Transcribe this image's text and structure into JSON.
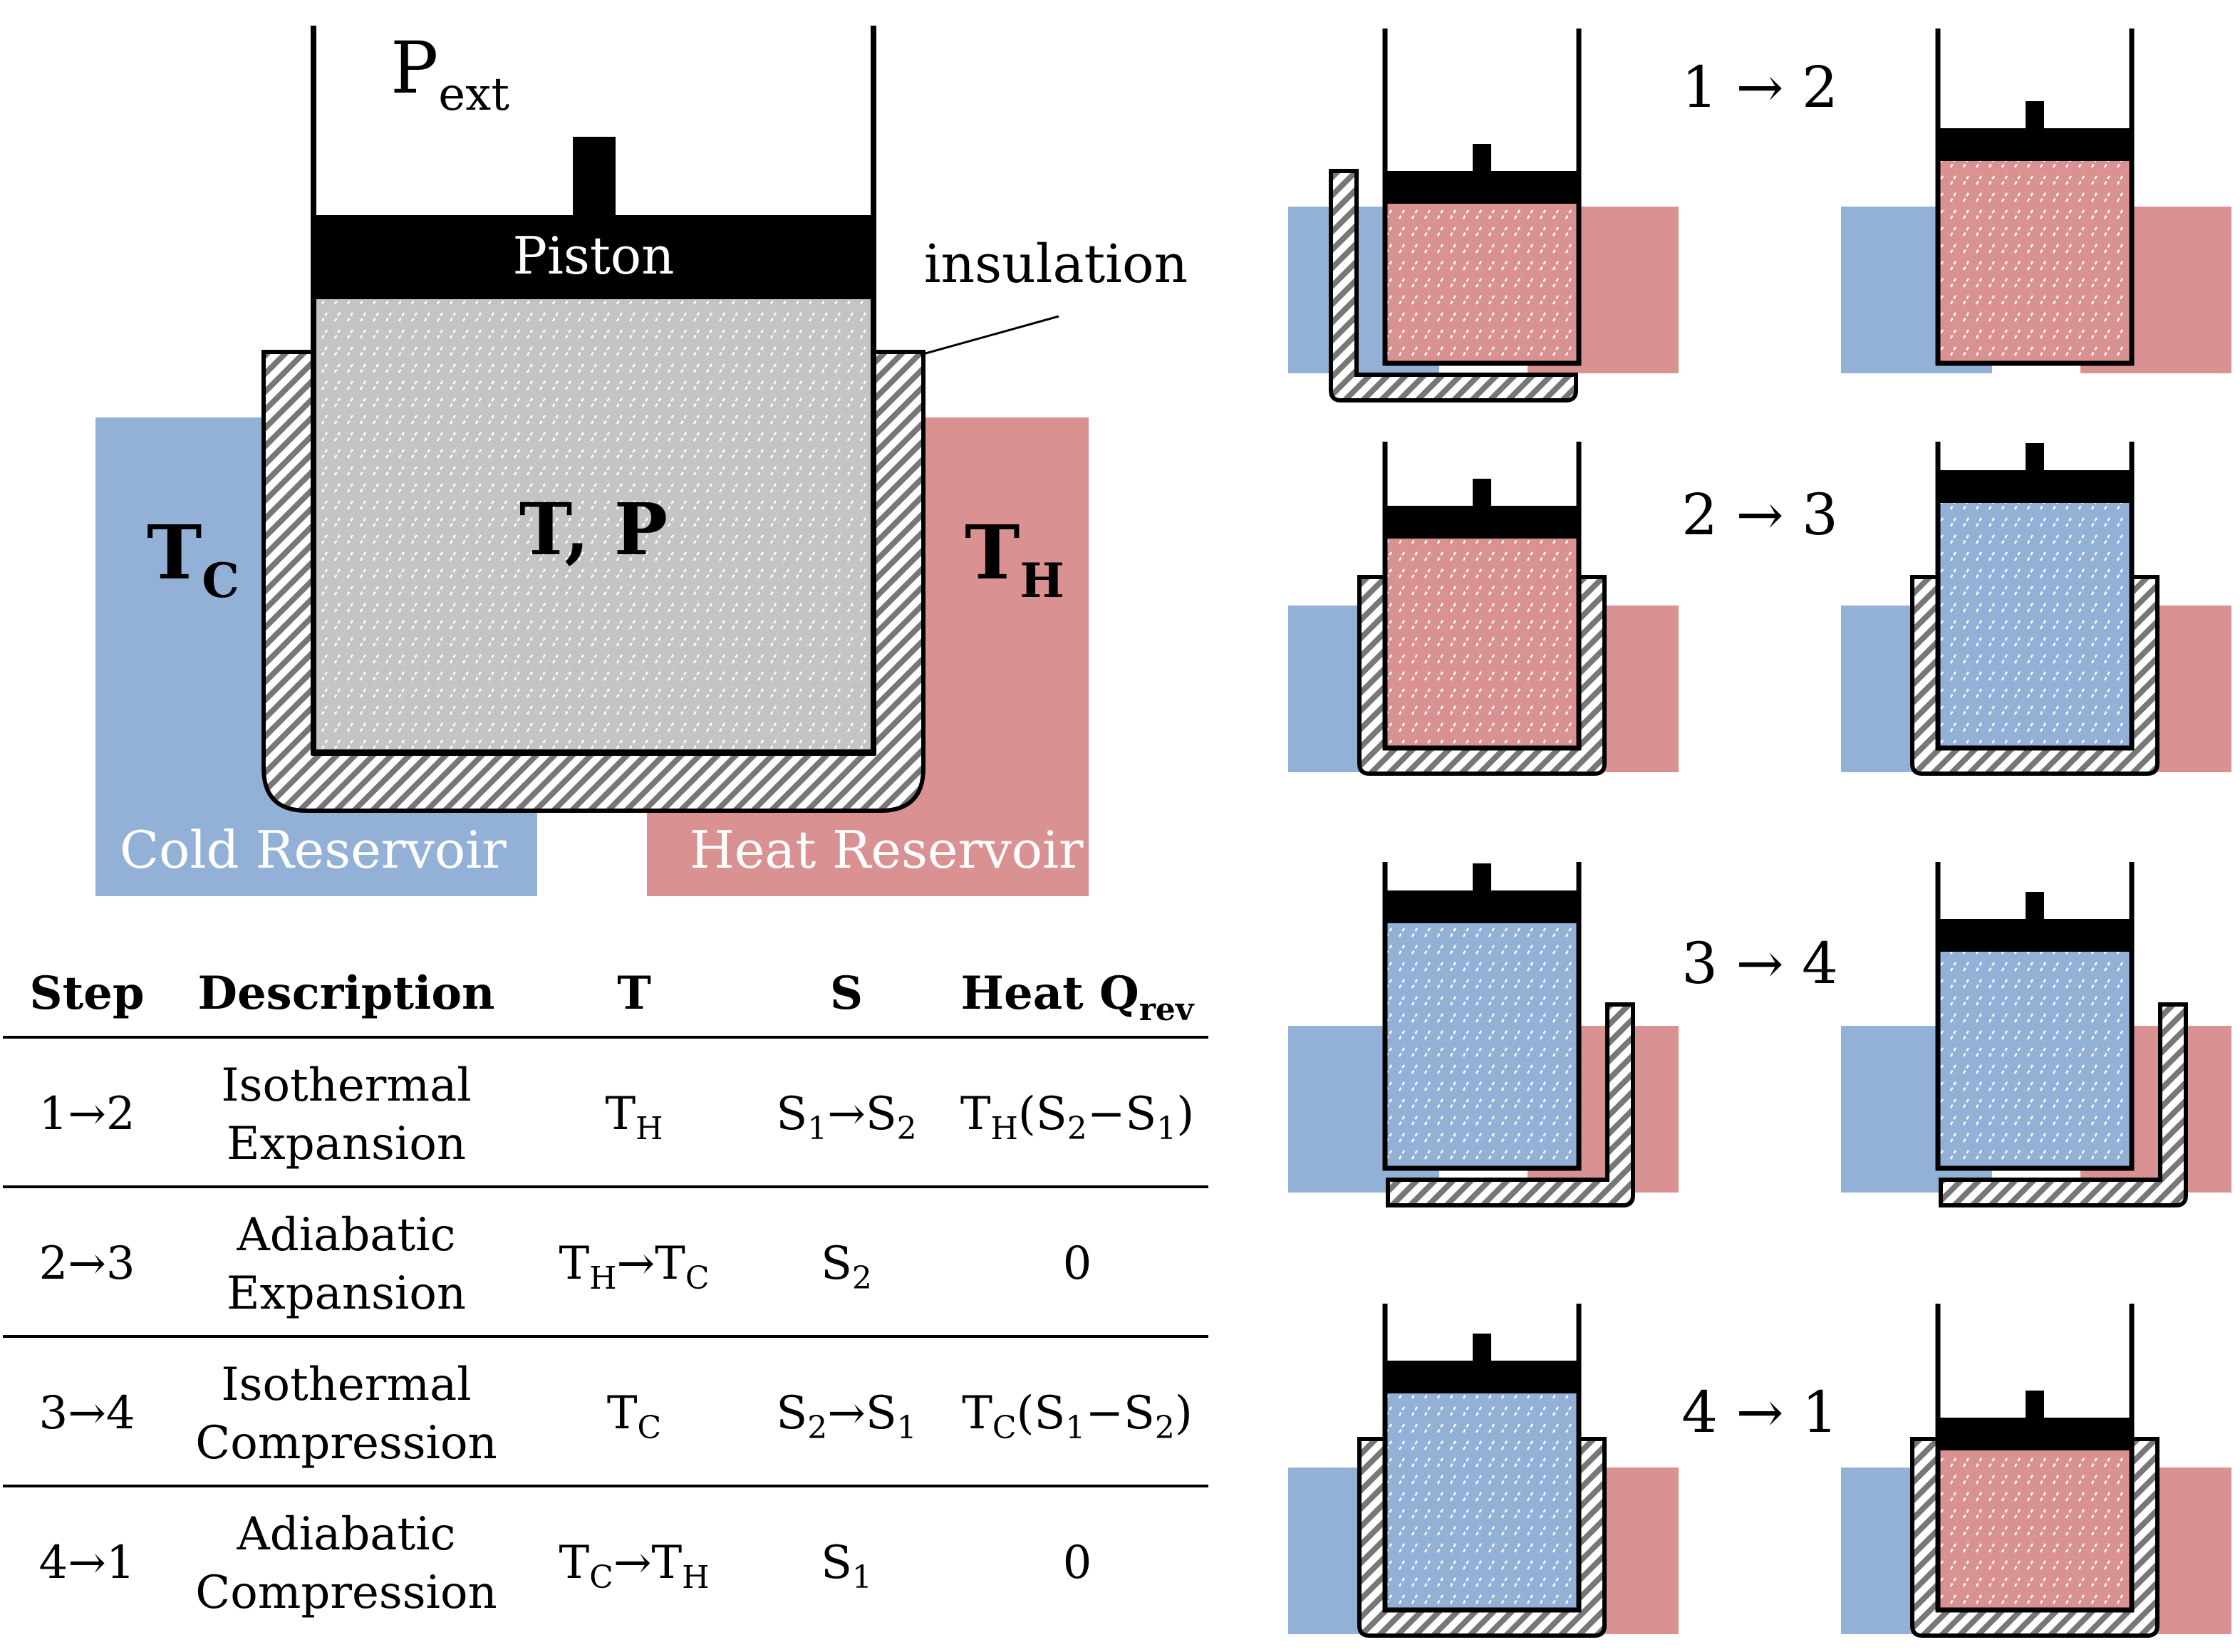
{
  "colors": {
    "cold": "#93b1d6",
    "hot": "#d99191",
    "gas_gray": "#c4c4c4",
    "ink": "#000000"
  },
  "main": {
    "p_ext": {
      "base": "P",
      "sub": "ext"
    },
    "piston": "Piston",
    "insulation": "insulation",
    "gas_state": "T, P",
    "t_cold": {
      "base": "T",
      "sub": "C"
    },
    "t_hot": {
      "base": "T",
      "sub": "H"
    },
    "cold_reservoir": "Cold Reservoir",
    "heat_reservoir": "Heat Reservoir"
  },
  "table": {
    "headers": {
      "step": "Step",
      "description": "Description",
      "T": "T",
      "S": "S",
      "heat": {
        "base": "Heat Q",
        "sub": "rev"
      }
    },
    "rows": [
      {
        "step": "1→2",
        "description": [
          "Isothermal",
          "Expansion"
        ],
        "T": [
          [
            "T",
            ""
          ],
          [
            "H",
            "sub"
          ]
        ],
        "S": [
          [
            "S",
            ""
          ],
          [
            "1",
            "sub"
          ],
          [
            "→S",
            ""
          ],
          [
            "2",
            "sub"
          ]
        ],
        "heat": [
          [
            "T",
            ""
          ],
          [
            "H",
            "sub"
          ],
          [
            "(S",
            ""
          ],
          [
            "2",
            "sub"
          ],
          [
            "−S",
            ""
          ],
          [
            "1",
            "sub"
          ],
          [
            ")",
            ""
          ]
        ]
      },
      {
        "step": "2→3",
        "description": [
          "Adiabatic",
          "Expansion"
        ],
        "T": [
          [
            "T",
            ""
          ],
          [
            "H",
            "sub"
          ],
          [
            "→T",
            ""
          ],
          [
            "C",
            "sub"
          ]
        ],
        "S": [
          [
            "S",
            ""
          ],
          [
            "2",
            "sub"
          ]
        ],
        "heat": [
          [
            "0",
            ""
          ]
        ]
      },
      {
        "step": "3→4",
        "description": [
          "Isothermal",
          "Compression"
        ],
        "T": [
          [
            "T",
            ""
          ],
          [
            "C",
            "sub"
          ]
        ],
        "S": [
          [
            "S",
            ""
          ],
          [
            "2",
            "sub"
          ],
          [
            "→S",
            ""
          ],
          [
            "1",
            "sub"
          ]
        ],
        "heat": [
          [
            "T",
            ""
          ],
          [
            "C",
            "sub"
          ],
          [
            "(S",
            ""
          ],
          [
            "1",
            "sub"
          ],
          [
            "−S",
            ""
          ],
          [
            "2",
            "sub"
          ],
          [
            ")",
            ""
          ]
        ]
      },
      {
        "step": "4→1",
        "description": [
          "Adiabatic",
          "Compression"
        ],
        "T": [
          [
            "T",
            ""
          ],
          [
            "C",
            "sub"
          ],
          [
            "→T",
            ""
          ],
          [
            "H",
            "sub"
          ]
        ],
        "S": [
          [
            "S",
            ""
          ],
          [
            "1",
            "sub"
          ]
        ],
        "heat": [
          [
            "0",
            ""
          ]
        ]
      }
    ]
  },
  "steps": [
    {
      "label": "1 → 2",
      "before_gas": "hot",
      "after_gas": "hot"
    },
    {
      "label": "2 → 3",
      "before_gas": "hot",
      "after_gas": "cold"
    },
    {
      "label": "3 → 4",
      "before_gas": "cold",
      "after_gas": "cold"
    },
    {
      "label": "4 → 1",
      "before_gas": "cold",
      "after_gas": "hot"
    }
  ]
}
